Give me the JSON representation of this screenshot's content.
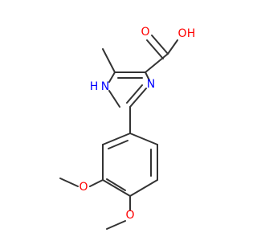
{
  "molecule": {
    "atom_labels": {
      "hydroxyl_o": "O",
      "hydroxyl_h": "H",
      "carbonyl_o": "O",
      "imidazole_nh_h": "H",
      "imidazole_nh_n": "N",
      "imidazole_n": "N",
      "methoxy1_o": "O",
      "methoxy2_o": "O"
    }
  },
  "colors": {
    "bond": "#333333",
    "oxygen": "#ff0000",
    "nitrogen": "#0000ff",
    "background": "#ffffff"
  }
}
